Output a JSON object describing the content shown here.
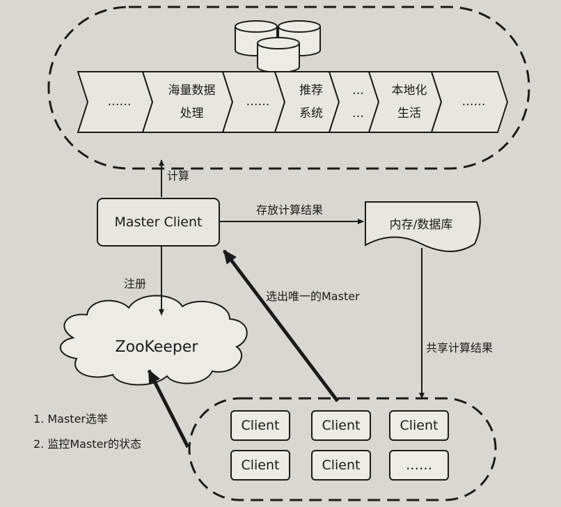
{
  "pipeline": {
    "segments": [
      {
        "line1": "……",
        "line2": ""
      },
      {
        "line1": "海量数据",
        "line2": "处理"
      },
      {
        "line1": "……",
        "line2": ""
      },
      {
        "line1": "推荐",
        "line2": "系统"
      },
      {
        "line1": "…",
        "line2": "…"
      },
      {
        "line1": "本地化",
        "line2": "生活"
      },
      {
        "line1": "……",
        "line2": ""
      }
    ]
  },
  "master_client": {
    "label": "Master  Client"
  },
  "storage": {
    "label": "内存/数据库"
  },
  "zookeeper": {
    "label": "ZooKeeper"
  },
  "clients": {
    "items": [
      "Client",
      "Client",
      "Client",
      "Client",
      "Client",
      "……"
    ]
  },
  "edges": {
    "compute": "计算",
    "store": "存放计算结果",
    "register": "注册",
    "elect": "选出唯一的Master",
    "share": "共享计算结果",
    "zk_note_1": "1. Master选举",
    "zk_note_2": "2. 监控Master的状态"
  },
  "colors": {
    "background": "#d9d7d2",
    "box_fill": "#e8e6e1",
    "stroke": "#1a1a1a"
  }
}
